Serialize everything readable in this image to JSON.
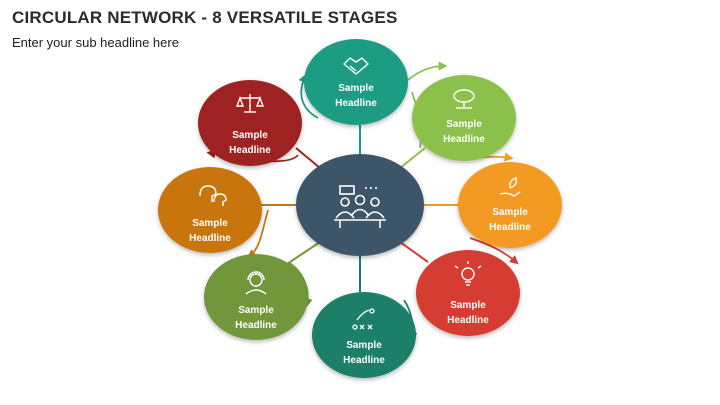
{
  "header": {
    "title": "CIRCULAR NETWORK - 8 VERSATILE STAGES",
    "subtitle": "Enter your sub headline here"
  },
  "center": {
    "icon": "team-meeting-icon",
    "color": "#3d5468"
  },
  "stages": [
    {
      "label1": "Sample",
      "label2": "Headline",
      "icon": "handshake-icon",
      "color": "#1a9c82"
    },
    {
      "label1": "Sample",
      "label2": "Headline",
      "icon": "money-plant-icon",
      "color": "#8bc14b"
    },
    {
      "label1": "Sample",
      "label2": "Headline",
      "icon": "hand-growth-icon",
      "color": "#f29a21"
    },
    {
      "label1": "Sample",
      "label2": "Headline",
      "icon": "lightbulb-icon",
      "color": "#d63d32"
    },
    {
      "label1": "Sample",
      "label2": "Headline",
      "icon": "strategy-icon",
      "color": "#1b7f67"
    },
    {
      "label1": "Sample",
      "label2": "Headline",
      "icon": "headset-user-icon",
      "color": "#72963a"
    },
    {
      "label1": "Sample",
      "label2": "Headline",
      "icon": "discussion-icon",
      "color": "#c87410"
    },
    {
      "label1": "Sample",
      "label2": "Headline",
      "icon": "justice-scale-icon",
      "color": "#9e2424"
    }
  ]
}
